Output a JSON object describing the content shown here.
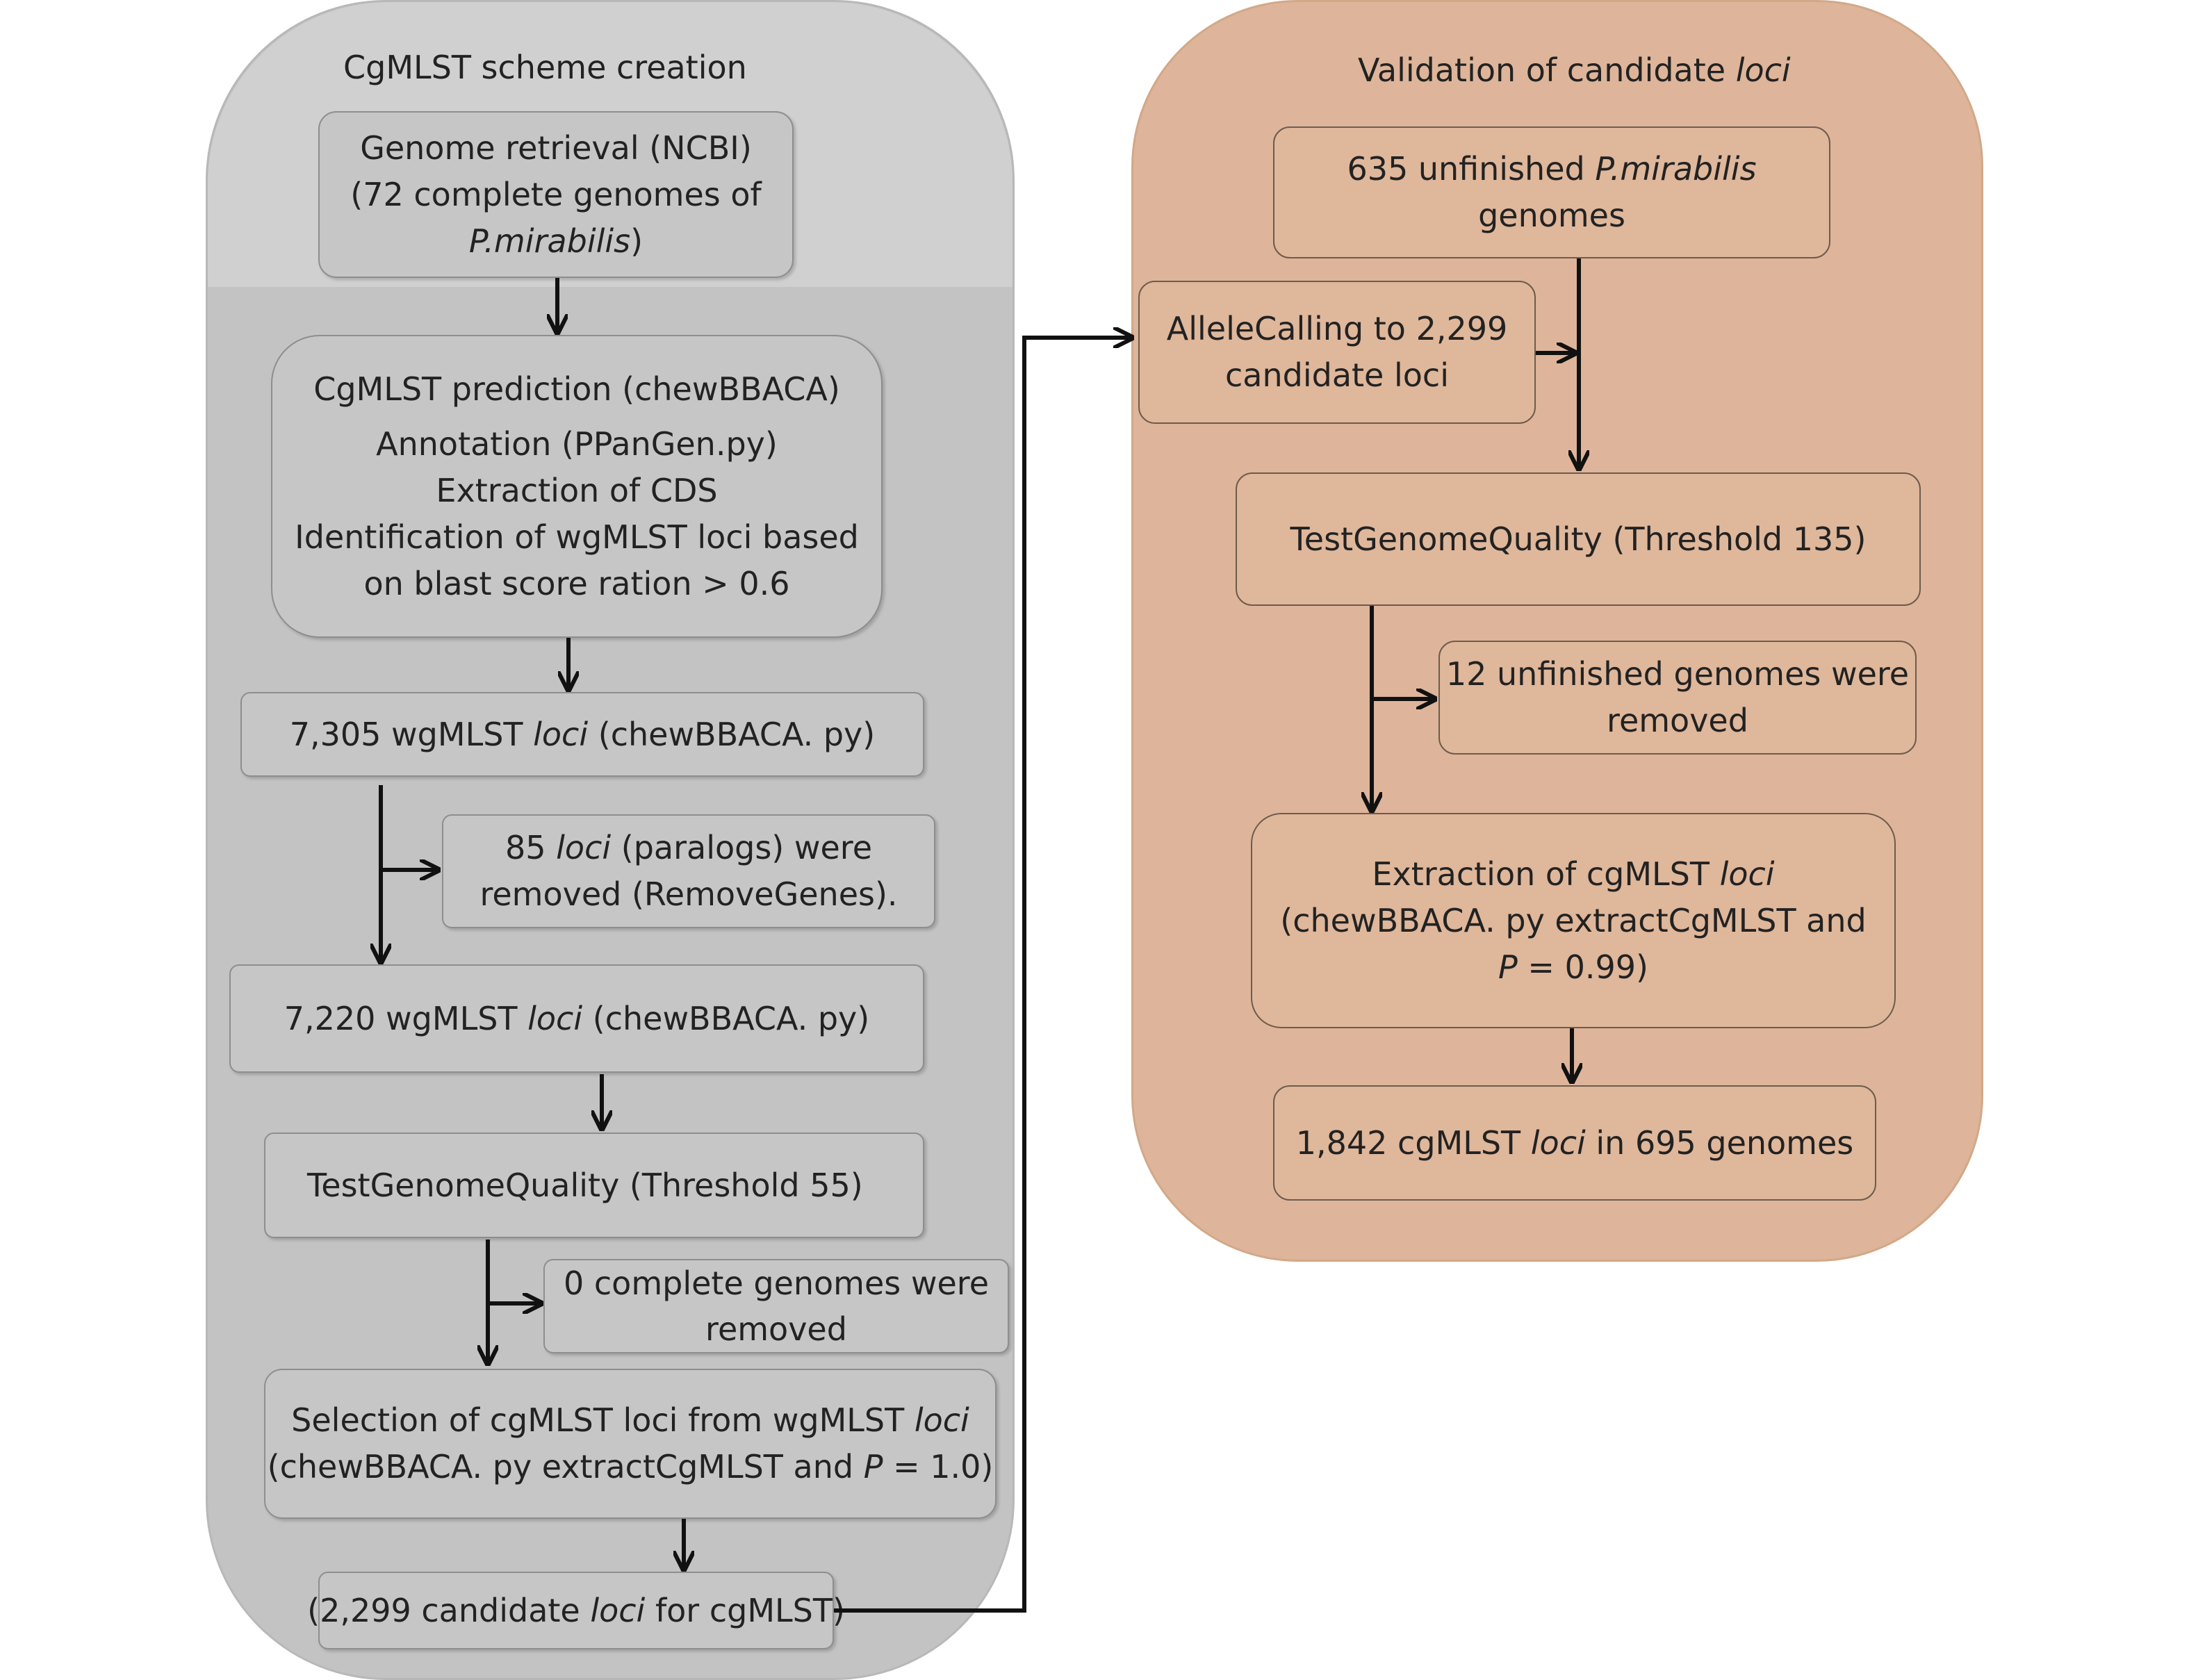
{
  "left": {
    "title": "CgMLST scheme creation",
    "genome_retrieval": {
      "line1": "Genome retrieval (NCBI)",
      "line2": "(72 complete genomes of",
      "line3_italic": "P.mirabilis",
      "line3_close": ")"
    },
    "prediction": {
      "line1": "CgMLST prediction (chewBBACA)",
      "line2": "Annotation (PPanGen.py)",
      "line3": "Extraction of CDS",
      "line4": "Identification of wgMLST loci based",
      "line5": "on blast score ration > 0.6"
    },
    "wgmlst_7305": {
      "pre": "7,305 wgMLST ",
      "italic": "loci",
      "post": " (chewBBACA. py)"
    },
    "paralogs": {
      "pre": "85 ",
      "italic": "loci",
      "post": " (paralogs) were",
      "line2": "removed (RemoveGenes)."
    },
    "wgmlst_7220": {
      "pre": "7,220 wgMLST ",
      "italic": "loci",
      "post": " (chewBBACA. py)"
    },
    "quality": "TestGenomeQuality (Threshold 55)",
    "complete_removed": {
      "line1": "0 complete genomes were",
      "line2": "removed"
    },
    "selection": {
      "line1_pre": "Selection of cgMLST loci from wgMLST ",
      "line1_italic": "loci",
      "line2_pre": "(chewBBACA. py extractCgMLST and ",
      "line2_italic": "P",
      "line2_post": " = 1.0)"
    },
    "candidates": {
      "pre": "(2,299 candidate ",
      "italic": "loci",
      "post": " for cgMLST)"
    }
  },
  "right": {
    "title_pre": "Validation of candidate ",
    "title_italic": "loci",
    "unfinished": {
      "pre": "635 unfinished ",
      "italic": "P.mirabilis",
      "line2": "genomes"
    },
    "allele_calling": {
      "line1": "AlleleCalling to 2,299",
      "line2": "candidate loci"
    },
    "quality": "TestGenomeQuality (Threshold 135)",
    "unfinished_removed": {
      "line1": "12 unfinished genomes were",
      "line2": "removed"
    },
    "extraction": {
      "line1_pre": "Extraction of cgMLST ",
      "line1_italic": "loci",
      "line2": "(chewBBACA. py extractCgMLST and",
      "line3_italic": "P",
      "line3_post": " = 0.99)"
    },
    "final": {
      "pre": "1,842 cgMLST ",
      "italic": "loci",
      "post": " in 695 genomes"
    }
  }
}
